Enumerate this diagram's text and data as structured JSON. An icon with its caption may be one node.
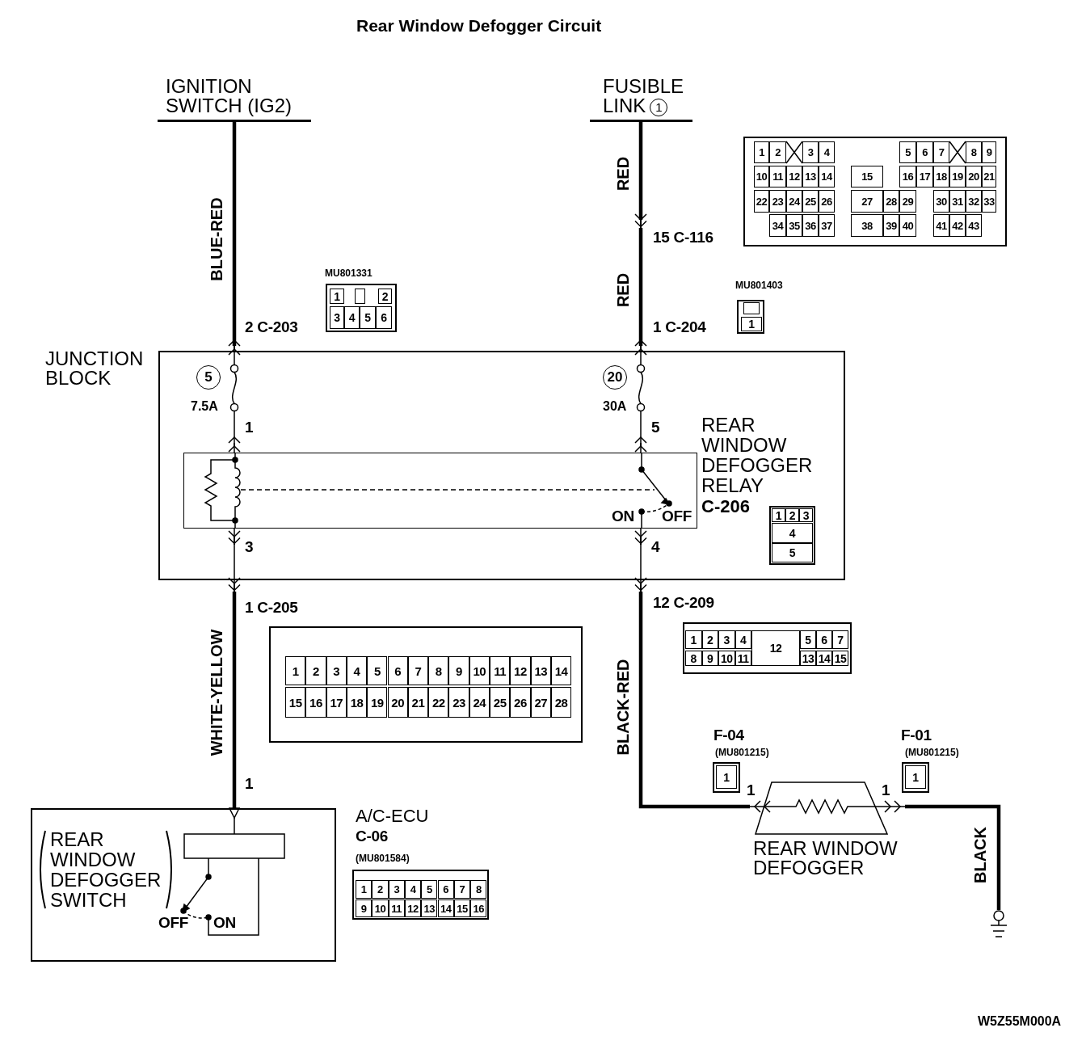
{
  "diagram": {
    "title": "Rear Window Defogger Circuit",
    "nodes": [
      {
        "text": [
          "IGNITION SWITCH (IG2)"
        ]
      },
      {
        "text": [
          "FUSIBLE LINK",
          "1"
        ]
      },
      {
        "text": [
          "JUNCTION BLOCK"
        ]
      },
      {
        "text": [
          "5",
          "7.5A"
        ],
        "in": 2
      },
      {
        "text": [
          "20",
          "30A"
        ],
        "in": 2
      },
      {
        "text": [],
        "shape": "box",
        "in": 2,
        "beside": [
          "REAR WINDOW DEFOGGER RELAY",
          "C-206"
        ]
      },
      {
        "text": [
          "REAR WINDOW DEFOGGER SWITCH"
        ]
      },
      {
        "text": [
          "REAR WINDOW DEFOGGER"
        ]
      },
      {
        "text": [],
        "shape": "ground"
      },
      {
        "text": [],
        "shape": "chevron",
        "beside": [
          "15 C-116"
        ]
      },
      {
        "text": [],
        "shape": "chevron",
        "beside": [
          "2 C-203"
        ]
      },
      {
        "text": [],
        "shape": "chevron",
        "beside": [
          "1 C-204"
        ]
      },
      {
        "text": [],
        "shape": "chevron",
        "in": 2
      },
      {
        "text": [],
        "shape": "chevron",
        "in": 2
      },
      {
        "text": [],
        "shape": "chevron",
        "in": 2
      },
      {
        "text": [],
        "shape": "chevron",
        "in": 2
      },
      {
        "text": [],
        "shape": "chevron",
        "beside": [
          "1 C-205"
        ]
      },
      {
        "text": [],
        "shape": "chevron",
        "beside": [
          "12 C-209"
        ]
      }
    ],
    "edges": [
      {
        "from": 0,
        "to": 10,
        "arrow": "other",
        "label": "BLUE-RED",
        "style": "thick"
      },
      {
        "from": 3,
        "to": 10,
        "arrow": "to"
      },
      {
        "from": 3,
        "to": 12,
        "arrow": "other"
      },
      {
        "from": 5,
        "to": 12,
        "arrow": "to"
      },
      {
        "from": 5,
        "to": 14,
        "arrow": "to"
      },
      {
        "from": 14,
        "to": 16,
        "arrow": "to"
      },
      {
        "from": 16,
        "to": 6,
        "arrow": "to",
        "label": "WHITE-YELLOW",
        "style": "thick"
      },
      {
        "from": 1,
        "to": 9,
        "arrow": "to",
        "label": "RED",
        "style": "thick"
      },
      {
        "from": 9,
        "to": 11,
        "arrow": "other",
        "label": "RED",
        "style": "thick"
      },
      {
        "from": 4,
        "to": 11,
        "arrow": "to"
      },
      {
        "from": 4,
        "to": 13,
        "arrow": "other"
      },
      {
        "from": 5,
        "to": 13,
        "arrow": "to"
      },
      {
        "from": 5,
        "to": 15,
        "arrow": "to"
      },
      {
        "from": 15,
        "to": 17,
        "arrow": "to"
      },
      {
        "from": 17,
        "to": 7,
        "arrow": "other",
        "label": "BLACK-RED",
        "style": "thick"
      },
      {
        "from": 8,
        "to": 7,
        "arrow": "other",
        "label": "BLACK",
        "style": "thick"
      }
    ],
    "labels": [
      "1",
      "2",
      "3",
      "4",
      "5",
      "6",
      "7",
      "8",
      "9",
      "10",
      "11",
      "12",
      "13",
      "14",
      "15",
      "16",
      "17",
      "18",
      "19",
      "20",
      "21",
      "22",
      "23",
      "24",
      "25",
      "26",
      "27",
      "28",
      "29",
      "30",
      "31",
      "32",
      "33",
      "34",
      "35",
      "36",
      "37",
      "38",
      "39",
      "40",
      "41",
      "42",
      "43",
      "MU801331",
      "1",
      "2",
      "3",
      "4",
      "5",
      "6",
      "MU801403",
      "1",
      "1",
      "5",
      "ON",
      "OFF",
      "3",
      "4",
      "1",
      "2",
      "3",
      "4",
      "5",
      "1",
      "2",
      "3",
      "4",
      "5",
      "6",
      "7",
      "8",
      "9",
      "10",
      "11",
      "12",
      "13",
      "14",
      "15",
      "16",
      "17",
      "18",
      "19",
      "20",
      "21",
      "22",
      "23",
      "24",
      "25",
      "26",
      "27",
      "28",
      "1",
      "2",
      "3",
      "4",
      "12",
      "5",
      "6",
      "7",
      "8",
      "9",
      "10",
      "11",
      "13",
      "14",
      "15",
      "1",
      "F-04",
      "(MU801215)",
      "1",
      "F-01",
      "(MU801215)",
      "1",
      "1",
      "1",
      "A/C-ECU",
      "C-06",
      "(MU801584)",
      "1",
      "2",
      "3",
      "4",
      "5",
      "6",
      "7",
      "8",
      "9",
      "10",
      "11",
      "12",
      "13",
      "14",
      "15",
      "16",
      "OFF",
      "ON",
      "W5Z55M000A"
    ]
  }
}
